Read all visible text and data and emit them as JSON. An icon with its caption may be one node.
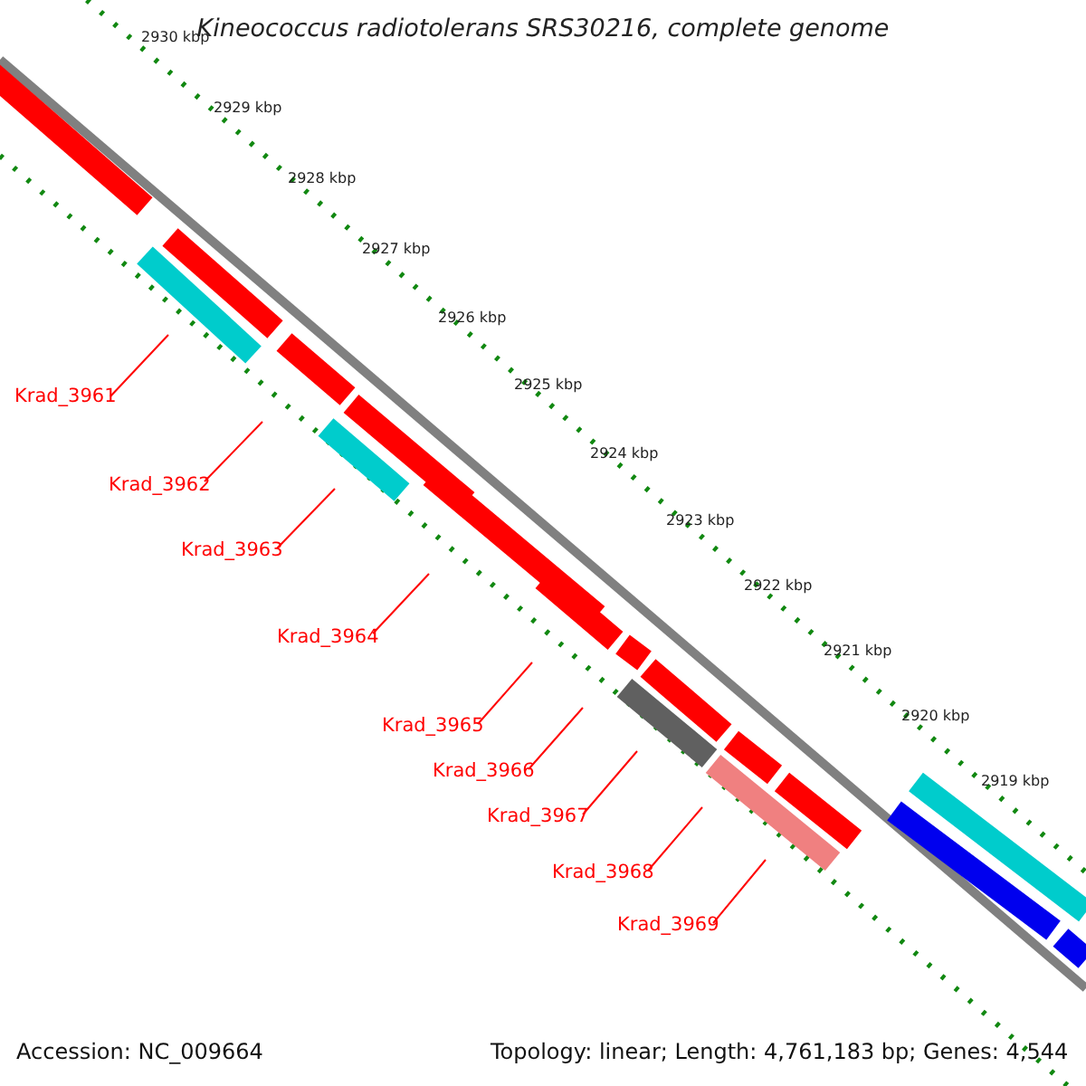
{
  "diagram": {
    "title": "Kineococcus radiotolerans SRS30216, complete genome",
    "nodes": [
      {
        "text": [
          "Krad_3961"
        ]
      },
      {
        "text": [
          "Krad_3962"
        ]
      },
      {
        "text": [
          "Krad_3963"
        ]
      },
      {
        "text": [
          "Krad_3964"
        ]
      },
      {
        "text": [
          "Krad_3965"
        ]
      },
      {
        "text": [
          "Krad_3966"
        ]
      },
      {
        "text": [
          "Krad_3967"
        ]
      },
      {
        "text": [
          "Krad_3968"
        ]
      },
      {
        "text": [
          "Krad_3969"
        ]
      }
    ],
    "edges": [
      {
        "from": 0,
        "to": null,
        "arrow": "none",
        "color": "#ff0000"
      },
      {
        "from": 1,
        "to": null,
        "arrow": "none",
        "color": "#ff0000"
      },
      {
        "from": 2,
        "to": null,
        "arrow": "none",
        "color": "#ff0000"
      },
      {
        "from": 3,
        "to": null,
        "arrow": "none",
        "color": "#ff0000"
      },
      {
        "from": 4,
        "to": null,
        "arrow": "none",
        "color": "#ff0000"
      },
      {
        "from": 5,
        "to": null,
        "arrow": "none",
        "color": "#ff0000"
      },
      {
        "from": 6,
        "to": null,
        "arrow": "none",
        "color": "#ff0000"
      },
      {
        "from": 7,
        "to": null,
        "arrow": "none",
        "color": "#ff0000"
      },
      {
        "from": 8,
        "to": null,
        "arrow": "none",
        "color": "#ff0000"
      }
    ],
    "labels": [
      "2930 kbp",
      "2929 kbp",
      "2928 kbp",
      "2927 kbp",
      "2926 kbp",
      "2925 kbp",
      "2924 kbp",
      "2923 kbp",
      "2922 kbp",
      "2921 kbp",
      "2920 kbp",
      "2919 kbp",
      "Accession: NC_009664",
      "Topology: linear; Length: 4,761,183 bp; Genes: 4,544"
    ]
  }
}
